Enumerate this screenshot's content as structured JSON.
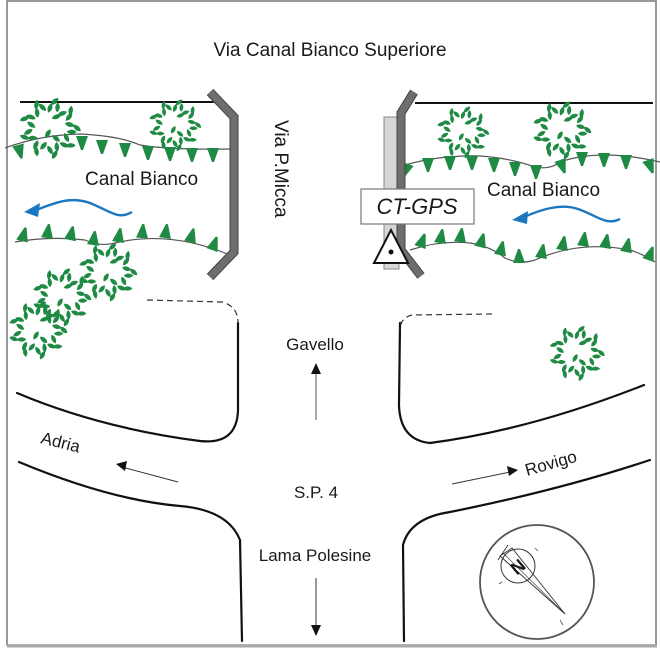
{
  "map": {
    "title_road": "Via Canal Bianco Superiore",
    "side_road": "Via P.Micca",
    "canal_label_left": "Canal Bianco",
    "canal_label_right": "Canal Bianco",
    "station_label": "CT-GPS",
    "main_road": "S.P. 4",
    "directions": {
      "north": "Gavello",
      "south": "Lama Polesine",
      "west": "Adria",
      "east": "Rovigo"
    },
    "compass_letter": "N",
    "colors": {
      "vegetation": "#1f8a44",
      "water_flow": "#1a78c2",
      "bridge": "#6e6e6e",
      "station_pillar": "#d0d0d0",
      "border": "#777777"
    },
    "icons": {
      "station": "gps-station-triangle-icon",
      "compass": "north-arrow-compass-icon",
      "tree": "tree-canopy-icon",
      "flow": "water-flow-arrow-icon"
    }
  }
}
